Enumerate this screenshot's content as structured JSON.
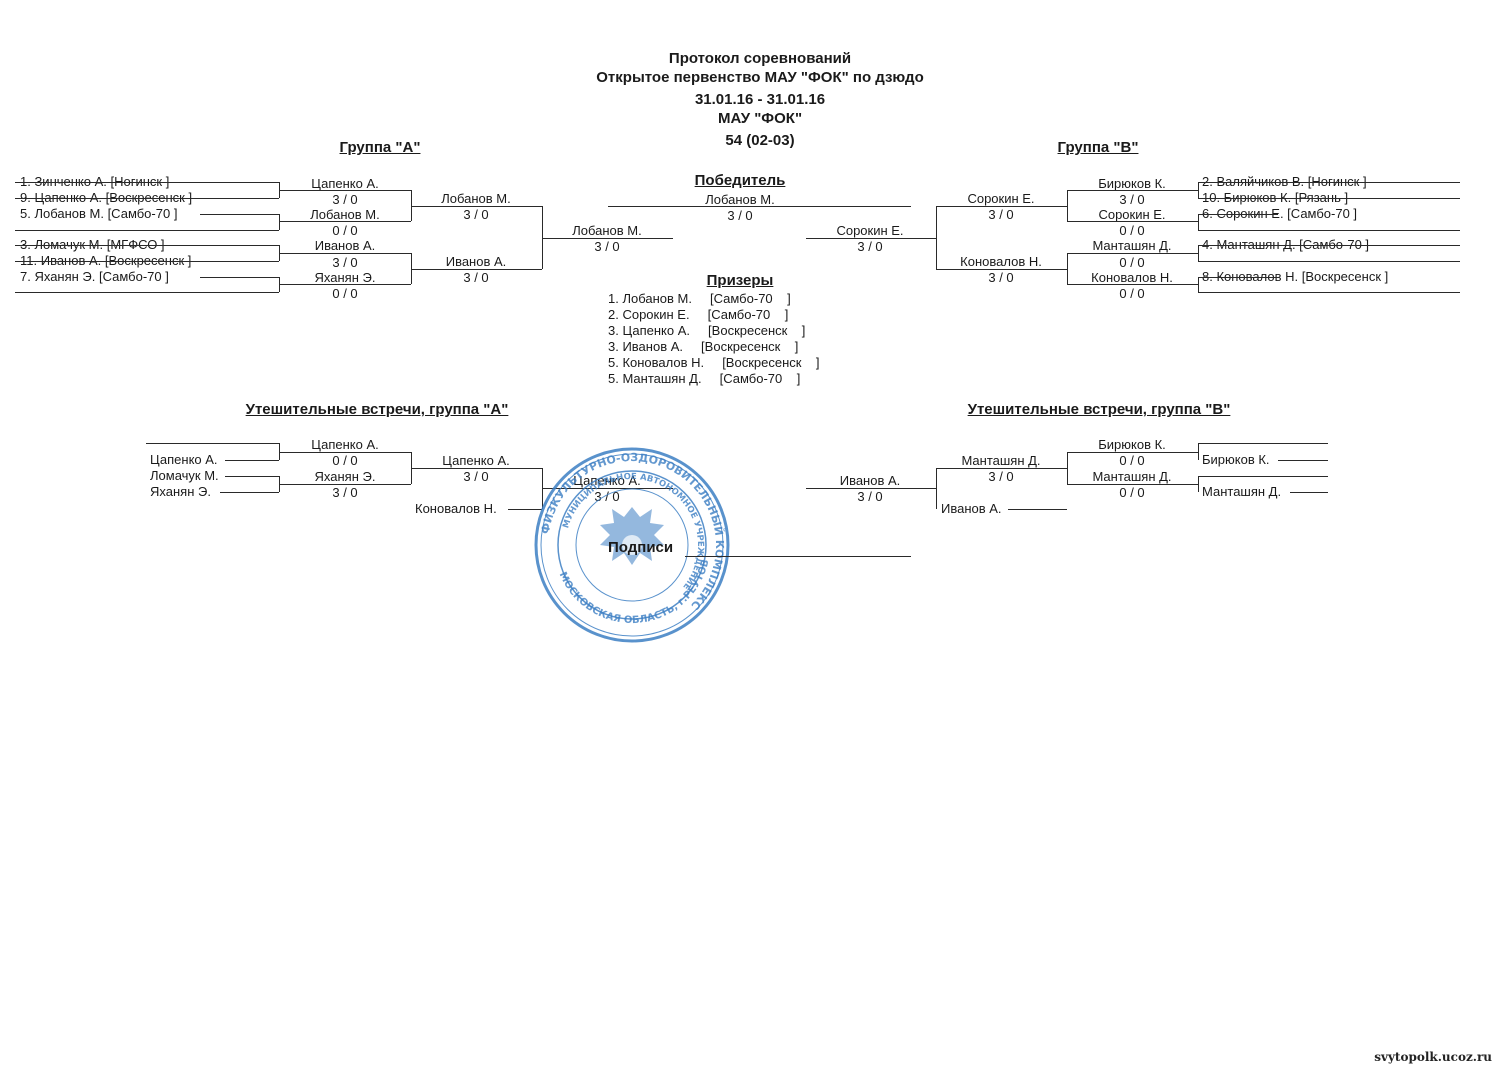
{
  "header": {
    "line1": "Протокол соревнований",
    "line2": "Открытое первенство МАУ \"ФОК\" по дзюдо",
    "line3": "31.01.16 - 31.01.16",
    "line4": "МАУ \"ФОК\"",
    "line5": "54 (02-03)"
  },
  "group_a": {
    "title": "Группа  \"А\"",
    "entrants": [
      "1.  Зинченко А.  [Ногинск    ]",
      "9.  Цапенко А.  [Воскресенск   ]",
      "5.  Лобанов М.  [Самбо-70   ]",
      "3.  Ломачук М.  [МГФСО    ]",
      "11.  Иванов А.  [Воскресенск   ]",
      "7.  Яханян Э.  [Самбо-70   ]"
    ],
    "r1": [
      {
        "name": "Цапенко А.",
        "score": "3  /  0"
      },
      {
        "name": "Лобанов М.",
        "score": "0  /  0"
      },
      {
        "name": "Иванов А.",
        "score": "3  /  0"
      },
      {
        "name": "Яханян Э.",
        "score": "0  /  0"
      }
    ],
    "r2": [
      {
        "name": "Лобанов М.",
        "score": "3  /  0"
      },
      {
        "name": "Иванов А.",
        "score": "3  /  0"
      }
    ],
    "final": {
      "name": "Лобанов М.",
      "score": "3  /  0"
    }
  },
  "group_b": {
    "title": "Группа  \"В\"",
    "entrants": [
      "2. Валяйчиков В.  [Ногинск    ]",
      "10. Бирюков К.  [Рязань    ]",
      "6. Сорокин Е.  [Самбо-70    ]",
      "4. Манташян Д.  [Самбо-70    ]",
      "8. Коновалов Н.  [Воскресенск    ]"
    ],
    "r1": [
      {
        "name": "Бирюков К.",
        "score": "3  /  0"
      },
      {
        "name": "Сорокин Е.",
        "score": "0  /  0"
      },
      {
        "name": "Манташян Д.",
        "score": "0  /  0"
      },
      {
        "name": "Коновалов Н.",
        "score": "0  /  0"
      }
    ],
    "r2": [
      {
        "name": "Сорокин Е.",
        "score": "3  /  0"
      },
      {
        "name": "Коновалов Н.",
        "score": "3  /  0"
      }
    ],
    "final": {
      "name": "Сорокин Е.",
      "score": "3  /  0"
    }
  },
  "winner": {
    "title": "Победитель",
    "name": "Лобанов М.",
    "score": "3  /  0"
  },
  "prizes": {
    "title": "Призеры",
    "items": [
      "1. Лобанов М.     [Самбо-70    ]",
      "2. Сорокин Е.     [Самбо-70    ]",
      "3. Цапенко А.     [Воскресенск    ]",
      "3. Иванов А.     [Воскресенск    ]",
      "5. Коновалов Н.     [Воскресенск    ]",
      "5. Манташян Д.     [Самбо-70    ]"
    ]
  },
  "consolation_a": {
    "title": "Утешительные встречи, группа \"А\"",
    "entrants": [
      "Цапенко А.",
      "Ломачук М.",
      "Яханян Э."
    ],
    "r1": [
      {
        "name": "Цапенко А.",
        "score": "0  /  0"
      },
      {
        "name": "Яханян Э.",
        "score": "3  /  0"
      }
    ],
    "r2": {
      "name": "Цапенко А.",
      "score": "3  /  0"
    },
    "bye": "Коновалов Н.",
    "final": {
      "name": "Цапенко А.",
      "score": "3  /  0"
    }
  },
  "consolation_b": {
    "title": "Утешительные встречи, группа \"В\"",
    "r1": [
      {
        "name": "Бирюков К.",
        "score": "0  /  0"
      },
      {
        "name": "Манташян Д.",
        "score": "0  /  0"
      }
    ],
    "entrants": [
      "Бирюков К.",
      "Манташян Д."
    ],
    "r2": {
      "name": "Манташян Д.",
      "score": "3  /  0"
    },
    "bye": "Иванов А.",
    "final": {
      "name": "Иванов А.",
      "score": "3  /  0"
    }
  },
  "signatures_label": "Подписи",
  "stamp": {
    "outer_text": "ФИЗКУЛЬТУРНО-ОЗДОРОВИТЕЛЬНЫЙ КОМПЛЕКС",
    "inner_text": "МУНИЦИПАЛЬНОЕ АВТОНОМНОЕ УЧРЕЖДЕНИЕ",
    "bottom_text": "МОСКОВСКАЯ ОБЛАСТЬ, г.РЕУТОВ"
  },
  "watermark": "svytopolk.ucoz.ru",
  "colors": {
    "ink": "#1a1a1a",
    "stamp": "#3d7fc4"
  }
}
